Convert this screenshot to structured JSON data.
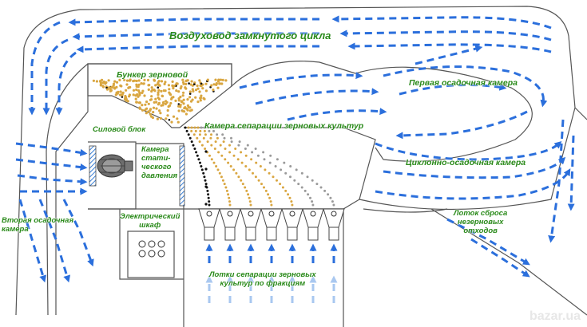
{
  "labels": {
    "duct": "Воздуховод замкнутого цикла",
    "hopper": "Бункер зерновой",
    "first_chamber": "Первая осадочная камера",
    "power_unit": "Силовой блок",
    "separation_chamber": "Камера сепарации зерновых культур",
    "static_chamber": [
      "Камера",
      "стати-",
      "ческого",
      "давления"
    ],
    "cyclone_chamber": "Циклонно-осадочная камера",
    "second_chamber": [
      "Вторая осадочная",
      "камера"
    ],
    "cabinet": [
      "Электрический",
      "шкаф"
    ],
    "waste_tray": [
      "Лоток сброса",
      "незерновых",
      "отходов"
    ],
    "fraction_trays": [
      "Лотки сепарации зерновых",
      "культур по фракциям"
    ]
  },
  "watermark": "bazar.ua",
  "colors": {
    "arrow": "#2b6fdc",
    "arrow_light": "#a9c8f0",
    "label": "#2a8a1a",
    "outline": "#555555",
    "grain": "#d9a640",
    "grain_gray": "#9a9a9a",
    "grain_dark": "#111111"
  }
}
